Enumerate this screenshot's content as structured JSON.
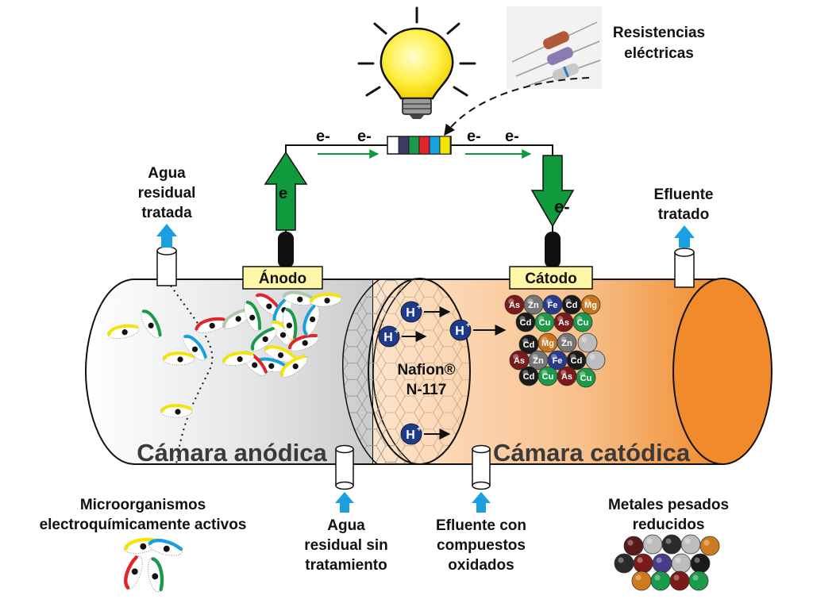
{
  "labels": {
    "resistencias_line1": "Resistencias",
    "resistencias_line2": "eléctricas",
    "electron": "e-",
    "electron_arrow": "e",
    "anodo": "Ánodo",
    "catodo": "Cátodo",
    "agua_tratada_1": "Agua",
    "agua_tratada_2": "residual",
    "agua_tratada_3": "tratada",
    "efluente_tratado_1": "Efluente",
    "efluente_tratado_2": "tratado",
    "nafion_1": "Nafion®",
    "nafion_2": "N-117",
    "proton": "H",
    "proton_sup": "+",
    "camara_anodica": "Cámara anódica",
    "camara_catodica": "Cámara catódica",
    "microorganismos_1": "Microorganismos",
    "microorganismos_2": "electroquímicamente activos",
    "agua_sin_1": "Agua",
    "agua_sin_2": "residual sin",
    "agua_sin_3": "tratamiento",
    "efluente_ox_1": "Efluente con",
    "efluente_ox_2": "compuestos",
    "efluente_ox_3": "oxidados",
    "metales_1": "Metales pesados",
    "metales_2": "reducidos"
  },
  "metals": [
    "As",
    "Zn",
    "Fe",
    "Cd",
    "Mg",
    "Cu"
  ],
  "colors": {
    "electron_arrow": "#0f9a3c",
    "water_arrow": "#1aa0e0",
    "label_box": "#fff6a8",
    "proton": "#1e3a8a",
    "cathode_orange": "#f08a2a",
    "resistor_bands": [
      "#3b3b66",
      "#1c9a4a",
      "#e0242a",
      "#1aa0e0",
      "#f4e40a"
    ]
  }
}
